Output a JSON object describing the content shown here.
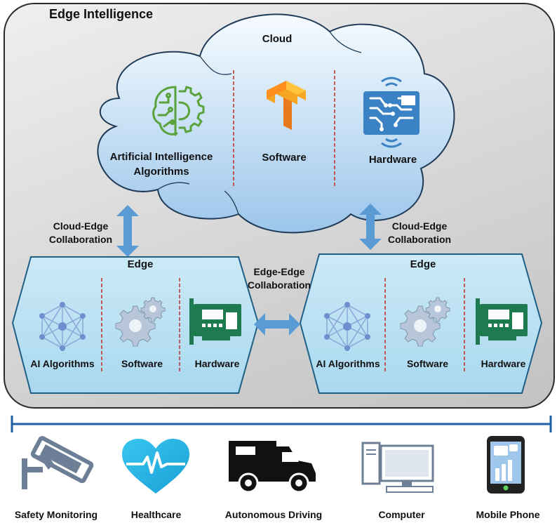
{
  "title": "Edge Intelligence",
  "cloud": {
    "title": "Cloud",
    "items": [
      "Artificial Intelligence\nAlgorithms",
      "Software",
      "Hardware"
    ]
  },
  "links": {
    "cloud_edge_left": "Cloud-Edge\nCollaboration",
    "cloud_edge_right": "Cloud-Edge\nCollaboration",
    "edge_edge": "Edge-Edge\nCollaboration"
  },
  "edges": [
    {
      "title": "Edge",
      "items": [
        "AI Algorithms",
        "Software",
        "Hardware"
      ]
    },
    {
      "title": "Edge",
      "items": [
        "AI Algorithms",
        "Software",
        "Hardware"
      ]
    }
  ],
  "applications": [
    "Safety Monitoring",
    "Healthcare",
    "Autonomous Driving",
    "Computer",
    "Mobile Phone"
  ],
  "icons": {
    "ai": "brain-gear-icon",
    "software": "tensorflow-icon",
    "hardware": "circuit-chip-icon",
    "edge_ai": "neural-network-icon",
    "edge_software": "gears-icon",
    "edge_hardware": "network-card-icon",
    "apps": [
      "security-camera-icon",
      "heart-pulse-icon",
      "truck-icon",
      "desktop-computer-icon",
      "mobile-phone-icon"
    ]
  },
  "colors": {
    "edge_fill": "#bfe3f4",
    "arrow": "#5b9bd5",
    "divider": "#c0392b",
    "ai_green": "#5aa33c",
    "tf_orange": "#f5a623",
    "chip_blue": "#3b82c4",
    "card_green": "#1e7b4f",
    "heart": "#2eb6e8",
    "gray_icon": "#6c7f96"
  }
}
